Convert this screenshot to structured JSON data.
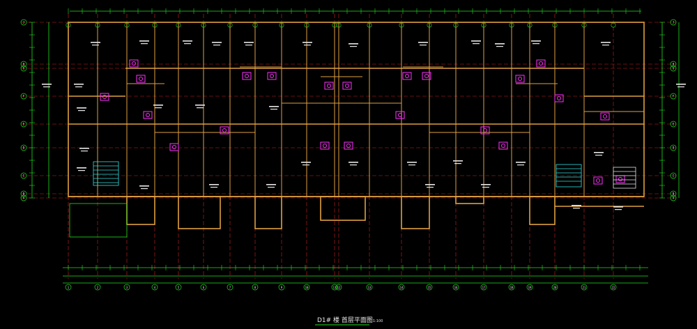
{
  "drawing": {
    "title": "D1# 楼 首层平面图",
    "scale": "1:100"
  },
  "axes": {
    "bottom": [
      "1",
      "2",
      "3",
      "4",
      "5",
      "6",
      "7",
      "8",
      "9",
      "10",
      "11",
      "12",
      "13",
      "14",
      "15",
      "16",
      "17",
      "18",
      "19",
      "20",
      "21",
      "22"
    ],
    "side": [
      "J",
      "H",
      "G",
      "F",
      "E",
      "D",
      "C",
      "B",
      "A"
    ]
  },
  "colors": {
    "wall": "#e0a040",
    "axis": "#d02020",
    "dim": "#20e020",
    "fixture": "#ff30ff",
    "text": "#e8e8e8",
    "cyan": "#30e0e0",
    "bg": "#000000"
  }
}
